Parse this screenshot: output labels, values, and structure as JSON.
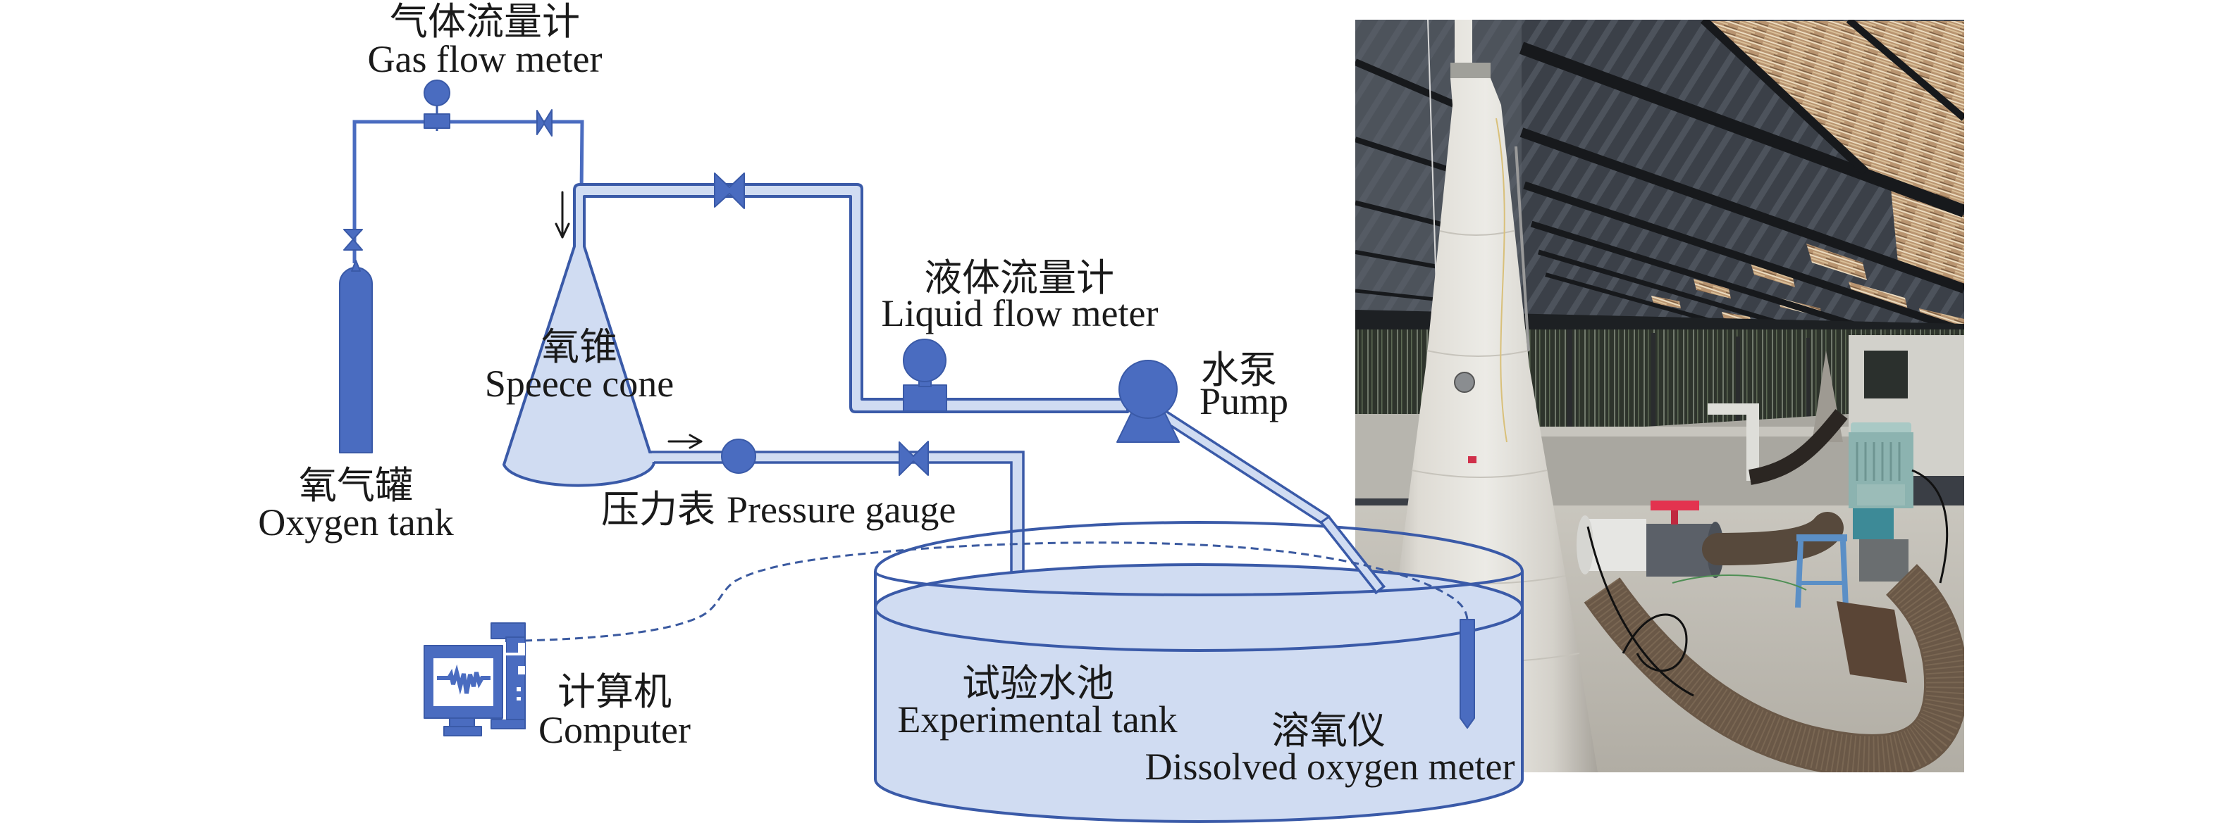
{
  "figure": {
    "labels": {
      "gas_flow_meter": {
        "zh": "气体流量计",
        "en": "Gas flow meter"
      },
      "oxygen_tank": {
        "zh": "氧气罐",
        "en": "Oxygen tank"
      },
      "speece_cone": {
        "zh": "氧锥",
        "en": "Speece cone"
      },
      "liquid_flow_meter": {
        "zh": "液体流量计",
        "en": "Liquid flow meter"
      },
      "pump": {
        "zh": "水泵",
        "en": "Pump"
      },
      "pressure_gauge": {
        "zh": "压力表",
        "en": "Pressure gauge"
      },
      "computer": {
        "zh": "计算机",
        "en": "Computer"
      },
      "experimental_tank": {
        "zh": "试验水池",
        "en": "Experimental tank"
      },
      "dissolved_oxygen_meter": {
        "zh": "溶氧仪",
        "en": "Dissolved oxygen meter"
      }
    },
    "icons": {
      "inlet_flow": "arrow-down-icon",
      "outlet_flow": "arrow-right-icon",
      "valve": "valve-icon",
      "computer": "computer-monitor-icon",
      "photo": "experiment-photo"
    }
  },
  "colors": {
    "component_fill": "#4a6cc0",
    "component_stroke": "#3a5aa8",
    "pipe_fill": "#d0dcf2",
    "label_text": "#1a1a1a",
    "flow_arrow": "#1a1a1a",
    "signal_cable": "#3b5aa0"
  }
}
